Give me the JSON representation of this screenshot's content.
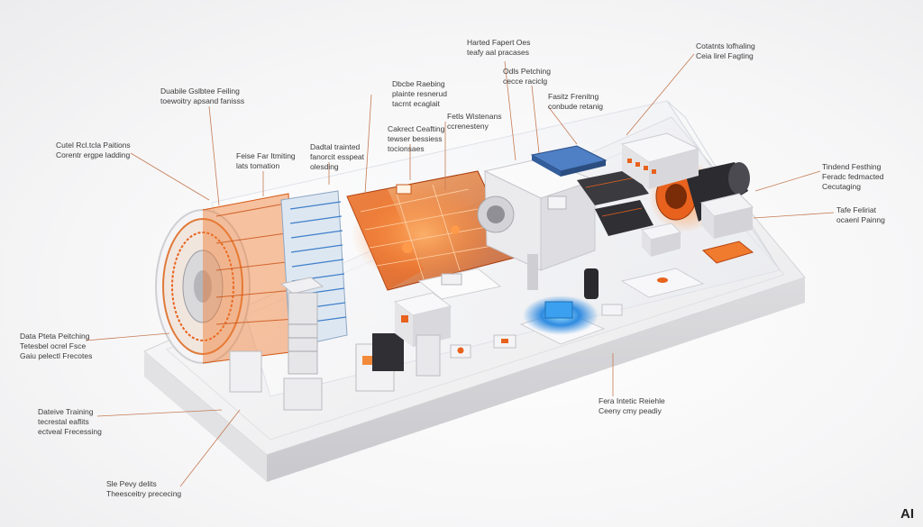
{
  "callouts": [
    {
      "id": "c1",
      "lines": [
        "Cutel Rcl.tcla Paitions",
        "Corentr ergpe ladding"
      ]
    },
    {
      "id": "c2",
      "lines": [
        "Duabile Gslbtee Feiling",
        "toewoitry apsand fanisss"
      ]
    },
    {
      "id": "c3",
      "lines": [
        "Feise Far Itmiting",
        "lats tomation"
      ]
    },
    {
      "id": "c4",
      "lines": [
        "Dadtal trainted",
        "fanorcit esspeat",
        "olesding"
      ]
    },
    {
      "id": "c5",
      "lines": [
        "Dbcbe Raebing",
        "plainte resnerud",
        "tacrnt ecaglait"
      ]
    },
    {
      "id": "c6",
      "lines": [
        "Cakrect Ceafting",
        "tewser bessiess",
        "tocionsaes"
      ]
    },
    {
      "id": "c7",
      "lines": [
        "Fetls Wistenans",
        "ccrenesteny"
      ]
    },
    {
      "id": "c8",
      "lines": [
        "Harted Fapert Oes",
        "teafy aal pracases"
      ]
    },
    {
      "id": "c9",
      "lines": [
        "Odls Petching",
        "cecce raciclg"
      ]
    },
    {
      "id": "c10",
      "lines": [
        "Fasitz Frenitng",
        "conbude retanig"
      ]
    },
    {
      "id": "c11",
      "lines": [
        "Cotatnts lofhaling",
        "Ceia lirel Fagting"
      ]
    },
    {
      "id": "c12",
      "lines": [
        "Tindend Festhing",
        "Feradc fedmacted",
        "Cecutaging"
      ]
    },
    {
      "id": "c13",
      "lines": [
        "Tafe Feliriat",
        "ocaenl Painng"
      ]
    },
    {
      "id": "c14",
      "lines": [
        "Data Pteta Peitching",
        "Tetesbel ocrel Fsce",
        "Gaiu pelectl Frecotes"
      ]
    },
    {
      "id": "c15",
      "lines": [
        "Dateive Training",
        "tecrestal eaflits",
        "ectveal Frecessing"
      ]
    },
    {
      "id": "c16",
      "lines": [
        "Fera Intetic Reiehle",
        "Ceeny cmy peadiy"
      ]
    },
    {
      "id": "c17",
      "lines": [
        "Sle Pevy delits",
        "Theesceitry prececing"
      ]
    }
  ],
  "watermark": "AI",
  "colors": {
    "accent_orange": "#e8621d",
    "accent_blue": "#2f8be0",
    "leader_line": "#c57a52",
    "base": "#f2f2f3"
  },
  "components": [
    "cylindrical-motor",
    "heat-exchanger",
    "orange-circuit-core",
    "server-module",
    "blue-chip",
    "glowing-sensor",
    "rear-coupler",
    "control-panel"
  ]
}
